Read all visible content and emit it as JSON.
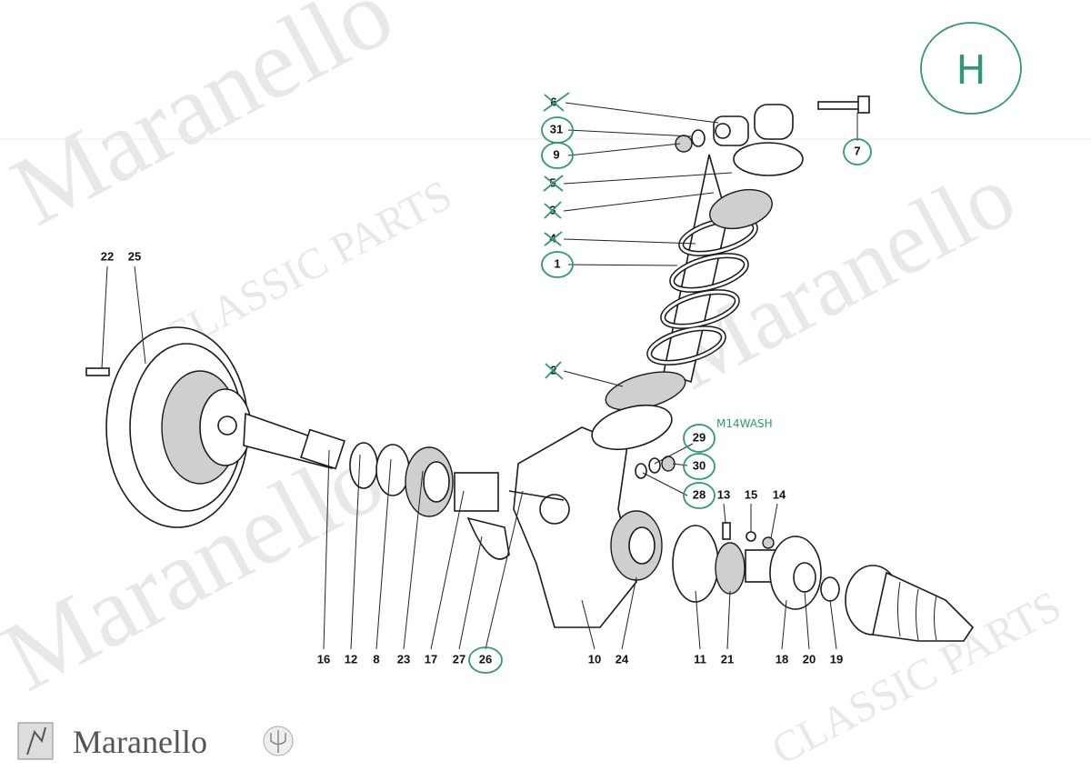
{
  "watermark": {
    "brand": "Maranello",
    "sub": "CLASSIC PARTS"
  },
  "logo": {
    "text": "Maranello"
  },
  "page_mark": "H",
  "handwritten_note": "M14WASH",
  "callouts": {
    "c6": "6",
    "c31": "31",
    "c9": "9",
    "c5": "5",
    "c3": "3",
    "c4": "4",
    "c1": "1",
    "c2": "2",
    "c7": "7",
    "c29": "29",
    "c30": "30",
    "c28": "28",
    "c13": "13",
    "c15": "15",
    "c14": "14",
    "c22": "22",
    "c25": "25",
    "c16": "16",
    "c12": "12",
    "c8": "8",
    "c23": "23",
    "c17": "17",
    "c27": "27",
    "c26": "26",
    "c10": "10",
    "c24": "24",
    "c11": "11",
    "c21": "21",
    "c18": "18",
    "c20": "20",
    "c19": "19"
  },
  "circled": [
    "31",
    "9",
    "1",
    "7",
    "29",
    "30",
    "28",
    "26"
  ],
  "crossed_out": [
    "6",
    "5",
    "3",
    "4",
    "2"
  ],
  "annotation_color": "#2e9a6e"
}
